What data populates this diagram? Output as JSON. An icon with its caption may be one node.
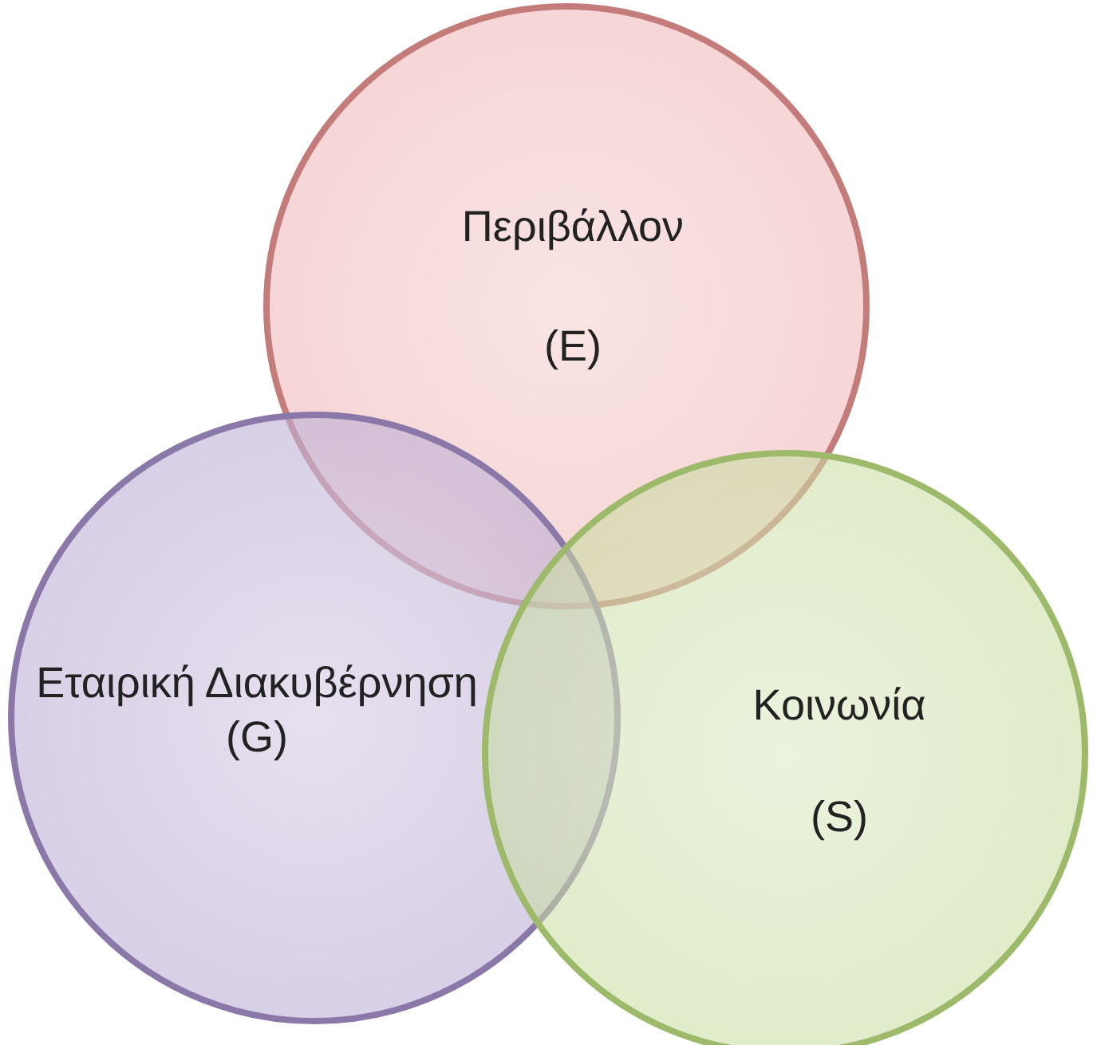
{
  "diagram": {
    "nodes": [
      {
        "text": [
          "Περιβάλλον",
          "(E)"
        ]
      },
      {
        "text": [
          "Εταιρική Διακυβέρνηση",
          "(G)"
        ]
      },
      {
        "text": [
          "Κοινωνία",
          "(S)"
        ]
      }
    ]
  }
}
